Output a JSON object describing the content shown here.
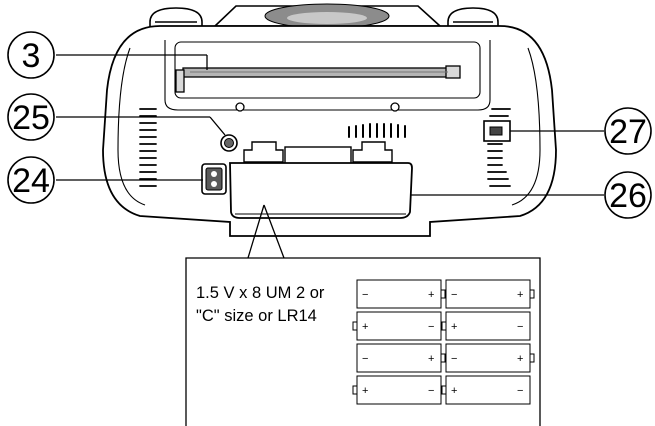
{
  "callouts": {
    "antenna": "3",
    "headphone_jack": "25",
    "ac_socket": "24",
    "dc_socket": "27",
    "battery_door": "26"
  },
  "battery_note": {
    "line1": "1.5 V x 8 UM 2 or",
    "line2": "\"C\" size or LR14"
  },
  "battery_polarity": {
    "plus": "+",
    "minus": "−"
  }
}
